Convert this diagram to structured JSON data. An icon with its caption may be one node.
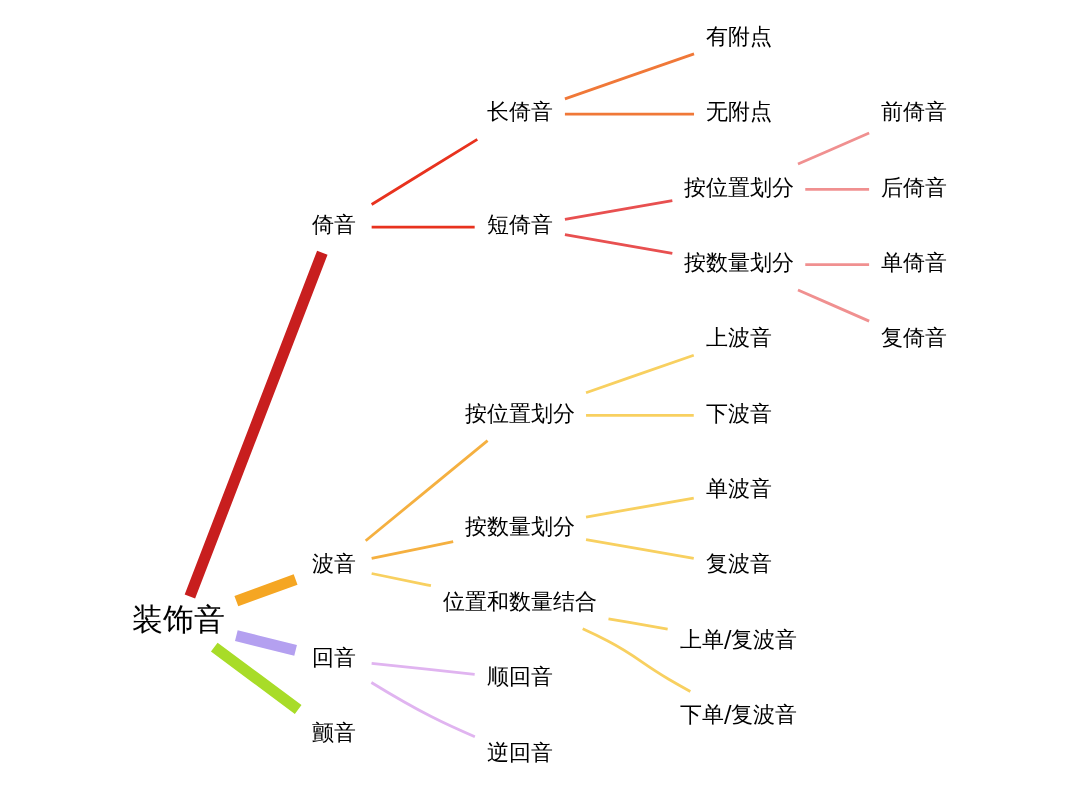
{
  "diagram": {
    "nodes": [
      {
        "text": [
          "装饰音"
        ]
      },
      {
        "text": [
          "倚音"
        ]
      },
      {
        "text": [
          "长倚音"
        ]
      },
      {
        "text": [
          "有附点"
        ]
      },
      {
        "text": [
          "无附点"
        ]
      },
      {
        "text": [
          "短倚音"
        ]
      },
      {
        "text": [
          "按位置划分"
        ]
      },
      {
        "text": [
          "前倚音"
        ]
      },
      {
        "text": [
          "后倚音"
        ]
      },
      {
        "text": [
          "按数量划分"
        ]
      },
      {
        "text": [
          "单倚音"
        ]
      },
      {
        "text": [
          "复倚音"
        ]
      },
      {
        "text": [
          "波音"
        ]
      },
      {
        "text": [
          "按位置划分"
        ]
      },
      {
        "text": [
          "上波音"
        ]
      },
      {
        "text": [
          "下波音"
        ]
      },
      {
        "text": [
          "按数量划分"
        ]
      },
      {
        "text": [
          "单波音"
        ]
      },
      {
        "text": [
          "复波音"
        ]
      },
      {
        "text": [
          "位置和数量结合"
        ]
      },
      {
        "text": [
          "上单/复波音"
        ]
      },
      {
        "text": [
          "下单/复波音"
        ]
      },
      {
        "text": [
          "回音"
        ]
      },
      {
        "text": [
          "顺回音"
        ]
      },
      {
        "text": [
          "逆回音"
        ]
      },
      {
        "text": [
          "颤音"
        ]
      }
    ],
    "edges": [
      {
        "from": 0,
        "to": 1,
        "arrow": "none",
        "style": "thick",
        "color": "#c81e1e"
      },
      {
        "from": 1,
        "to": 2,
        "arrow": "none",
        "color": "#e8321e"
      },
      {
        "from": 2,
        "to": 3,
        "arrow": "none",
        "color": "#f07838"
      },
      {
        "from": 2,
        "to": 4,
        "arrow": "none",
        "color": "#f07838"
      },
      {
        "from": 1,
        "to": 5,
        "arrow": "none",
        "color": "#e8321e"
      },
      {
        "from": 5,
        "to": 6,
        "arrow": "none",
        "color": "#e85050"
      },
      {
        "from": 6,
        "to": 7,
        "arrow": "none",
        "color": "#f09090"
      },
      {
        "from": 6,
        "to": 8,
        "arrow": "none",
        "color": "#f09090"
      },
      {
        "from": 5,
        "to": 9,
        "arrow": "none",
        "color": "#e85050"
      },
      {
        "from": 9,
        "to": 10,
        "arrow": "none",
        "color": "#f09090"
      },
      {
        "from": 9,
        "to": 11,
        "arrow": "none",
        "color": "#f09090"
      },
      {
        "from": 0,
        "to": 12,
        "arrow": "none",
        "style": "thick",
        "color": "#f5a623"
      },
      {
        "from": 12,
        "to": 13,
        "arrow": "none",
        "color": "#f5b040"
      },
      {
        "from": 13,
        "to": 14,
        "arrow": "none",
        "color": "#f8d060"
      },
      {
        "from": 13,
        "to": 15,
        "arrow": "none",
        "color": "#f8d060"
      },
      {
        "from": 12,
        "to": 16,
        "arrow": "none",
        "color": "#f5b040"
      },
      {
        "from": 16,
        "to": 17,
        "arrow": "none",
        "color": "#f8d060"
      },
      {
        "from": 16,
        "to": 18,
        "arrow": "none",
        "color": "#f8d060"
      },
      {
        "from": 12,
        "to": 19,
        "arrow": "none",
        "color": "#f8d060"
      },
      {
        "from": 19,
        "to": 20,
        "arrow": "none",
        "color": "#f8d060"
      },
      {
        "from": 19,
        "to": 21,
        "arrow": "none",
        "color": "#f8d060"
      },
      {
        "from": 0,
        "to": 22,
        "arrow": "none",
        "style": "thick",
        "color": "#b4a0f0"
      },
      {
        "from": 22,
        "to": 23,
        "arrow": "none",
        "color": "#e0b4f0"
      },
      {
        "from": 22,
        "to": 24,
        "arrow": "none",
        "color": "#e0b4f0"
      },
      {
        "from": 0,
        "to": 25,
        "arrow": "none",
        "style": "thick",
        "color": "#a8dc28"
      }
    ]
  }
}
